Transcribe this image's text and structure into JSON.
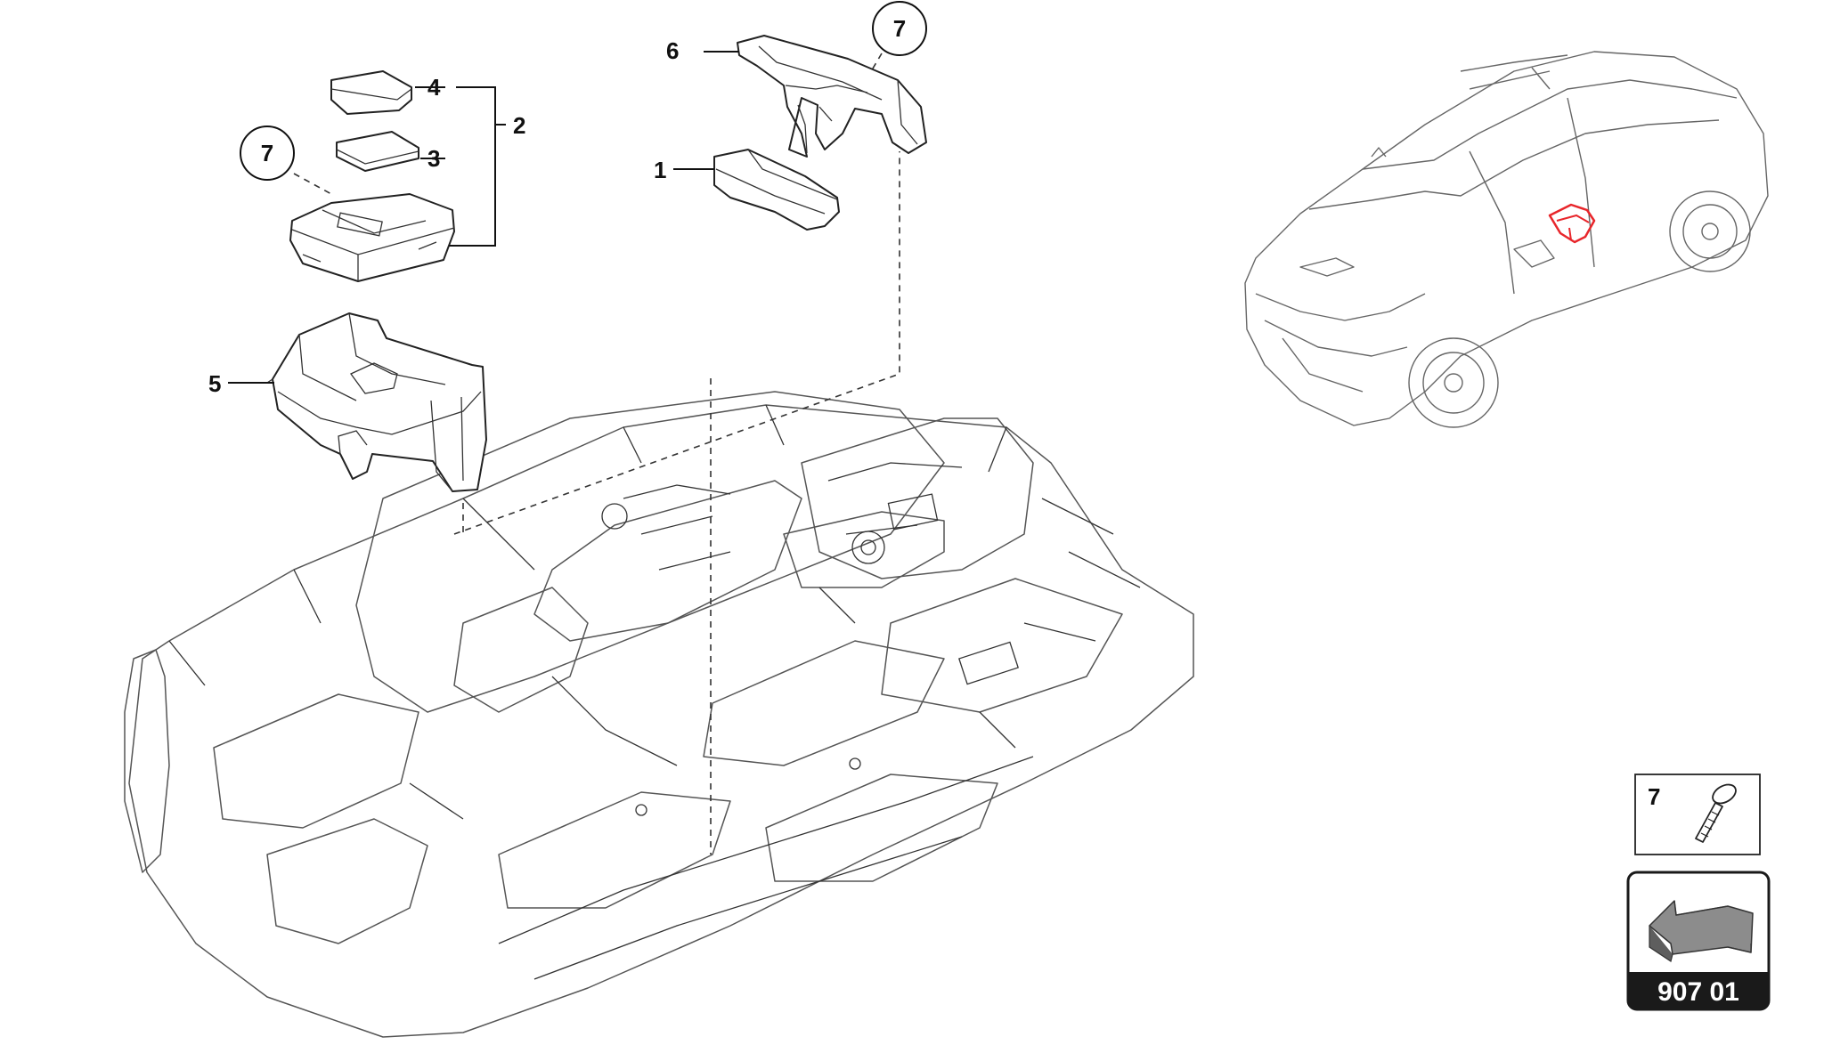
{
  "callouts": {
    "p1": "1",
    "p2": "2",
    "p3": "3",
    "p4": "4",
    "p5": "5",
    "p6": "6",
    "p7_left": "7",
    "p7_top": "7"
  },
  "legend": {
    "part_number": "7",
    "icon": "screw-icon"
  },
  "badge": {
    "code": "907 01",
    "icon": "arrow-icon"
  },
  "colors": {
    "highlight": "#e8262b",
    "badge_dark": "#1a1a1a",
    "arrow_gray": "#8c8c8c"
  }
}
